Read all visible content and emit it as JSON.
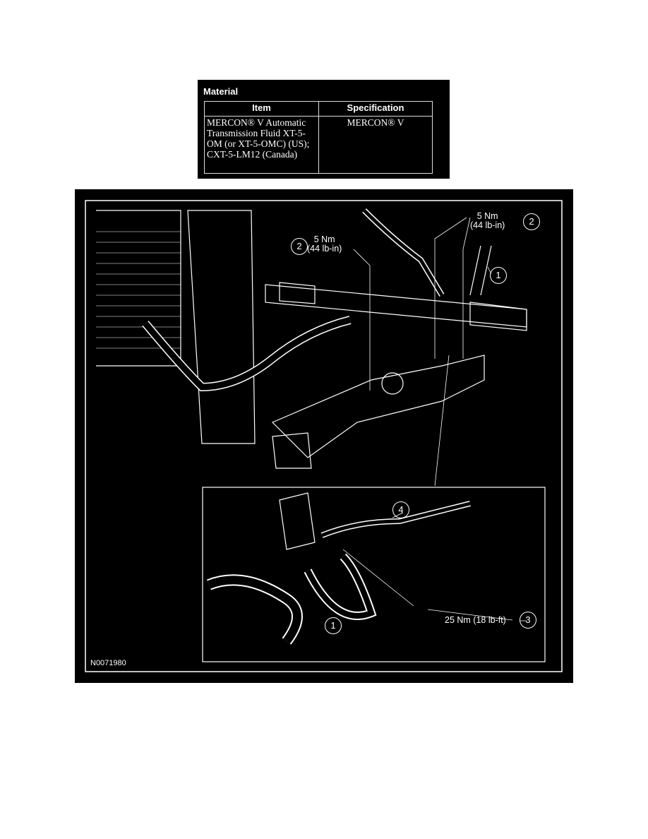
{
  "material": {
    "title": "Material",
    "headers": [
      "Item",
      "Specification"
    ],
    "rows": [
      {
        "item": "MERCON® V Automatic Transmission Fluid XT-5-OM (or XT-5-OMC) (US); CXT-5-LM12 (Canada)",
        "specification": "MERCON® V"
      }
    ]
  },
  "figure": {
    "id": "N0071980",
    "callouts": [
      {
        "number": "2",
        "torque": "5 Nm",
        "torque_alt": "(44 lb-in)"
      },
      {
        "number": "2",
        "torque": "5 Nm",
        "torque_alt": "(44 lb-in)"
      },
      {
        "number": "1"
      },
      {
        "number": "4"
      },
      {
        "number": "3",
        "torque": "25 Nm (18 lb-ft)"
      },
      {
        "number": "1"
      }
    ]
  }
}
